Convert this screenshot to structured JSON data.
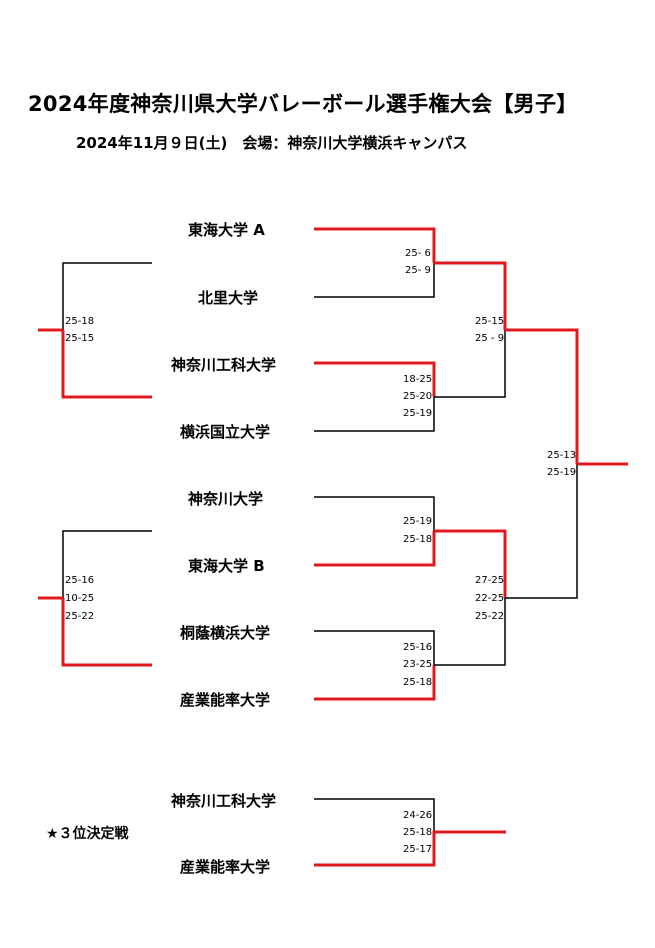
{
  "title": "2024年度神奈川県大学バレーボール選手権大会【男子】",
  "subtitle": "2024年11月９日(土)　会場：神奈川大学横浜キャンパス",
  "teams": {
    "t1": "東海大学 A",
    "t2": "北里大学",
    "t3": "神奈川工科大学",
    "t4": "横浜国立大学",
    "t5": "神奈川大学",
    "t6": "東海大学 B",
    "t7": "桐蔭横浜大学",
    "t8": "産業能率大学",
    "t9": "神奈川工科大学",
    "t10": "産業能率大学"
  },
  "scores": {
    "q1": [
      "25- 6",
      "25- 9"
    ],
    "q2": [
      "18-25",
      "25-20",
      "25-19"
    ],
    "q3": [
      "25-19",
      "25-18"
    ],
    "q4": [
      "25-16",
      "23-25",
      "25-18"
    ],
    "play_a": [
      "25-18",
      "25-15"
    ],
    "play_b": [
      "25-16",
      "10-25",
      "25-22"
    ],
    "semi1": [
      "25-15",
      "25 - 9"
    ],
    "semi2": [
      "27-25",
      "22-25",
      "25-22"
    ],
    "final": [
      "25-13",
      "25-19"
    ],
    "third": [
      "24-26",
      "25-18",
      "25-17"
    ]
  },
  "third_place_label": "★３位決定戦",
  "colors": {
    "win_line": "#e0191e",
    "lose_line": "#000000"
  }
}
